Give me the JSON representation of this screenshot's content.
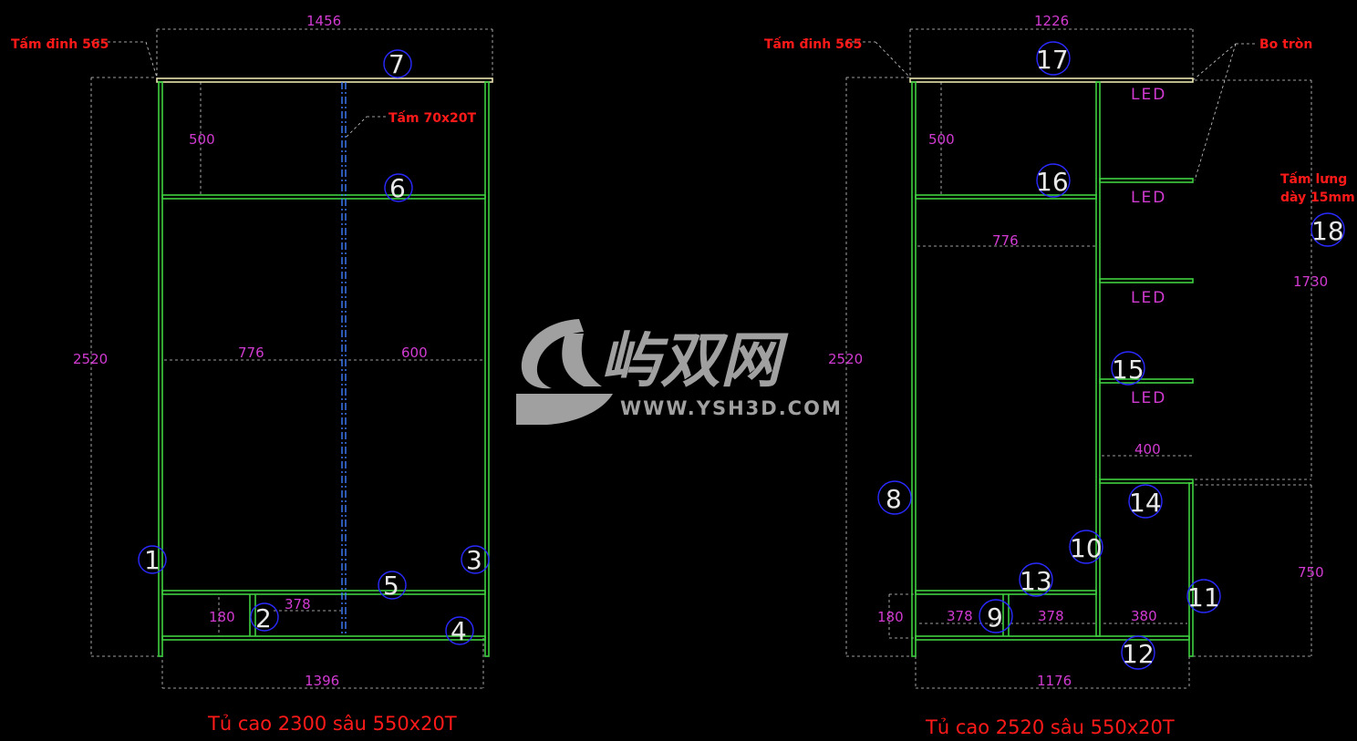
{
  "colors": {
    "background": "#000000",
    "panel": "#3fcf3f",
    "dimension": "#d23bd2",
    "note": "#ff1a1a",
    "circle": "#2a2aff",
    "number": "#e8e8e8"
  },
  "left": {
    "title": "Tủ cao 2300 sâu 550x20T",
    "notes": {
      "top_panel": "Tấm đinh 565",
      "divider": "Tấm 70x20T"
    },
    "dims": {
      "top": "1456",
      "height": "2520",
      "shelf": "500",
      "left_bay": "776",
      "right_bay": "600",
      "drawer_h": "180",
      "drawer_w": "378",
      "bottom": "1396"
    },
    "parts": [
      "7",
      "6",
      "1",
      "2",
      "3",
      "4",
      "5"
    ]
  },
  "right": {
    "title": "Tủ cao 2520 sâu 550x20T",
    "notes": {
      "top_panel": "Tấm đinh 565",
      "round": "Bo tròn",
      "back_1": "Tấm lưng",
      "back_2": "dày 15mm"
    },
    "led": [
      "LED",
      "LED",
      "LED",
      "LED"
    ],
    "dims": {
      "top": "1226",
      "height": "2520",
      "shelf": "500",
      "bay": "776",
      "side_h": "1730",
      "narrow": "400",
      "low_h": "750",
      "drawer_h": "180",
      "drawer_a": "378",
      "drawer_b": "378",
      "drawer_c": "380",
      "bottom": "1176"
    },
    "parts": [
      "17",
      "16",
      "18",
      "15",
      "8",
      "14",
      "10",
      "13",
      "11",
      "9",
      "12"
    ]
  },
  "watermark": {
    "brand": "屿双网",
    "url": "WWW.YSH3D.COM"
  }
}
